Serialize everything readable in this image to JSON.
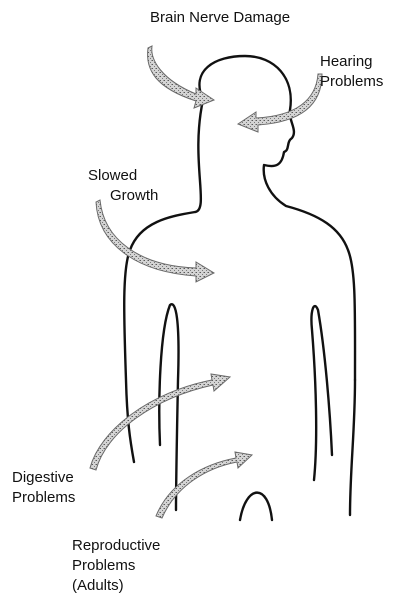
{
  "labels": {
    "brain": "Brain Nerve Damage",
    "hearing": [
      "Hearing",
      "Problems"
    ],
    "slowed": [
      "Slowed",
      "Growth"
    ],
    "digestive": [
      "Digestive",
      "Problems"
    ],
    "reproductive": [
      "Reproductive",
      "Problems",
      "(Adults)"
    ]
  },
  "colors": {
    "outline": "#111111",
    "arrow_fill": "#c8c8c8",
    "arrow_stroke": "#6a6a6a",
    "background": "#ffffff"
  }
}
